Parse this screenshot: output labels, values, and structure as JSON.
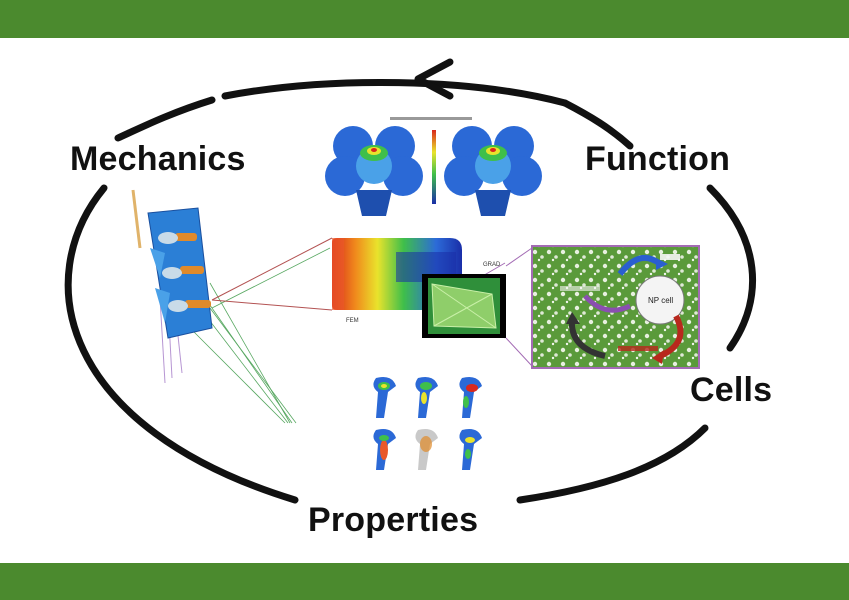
{
  "header_band_color": "#4b8a2e",
  "footer_band_color": "#4b8a2e",
  "cycle": {
    "stages": {
      "mechanics": "Mechanics",
      "function": "Function",
      "cells": "Cells",
      "properties": "Properties"
    },
    "direction": "counterclockwise"
  },
  "panels": {
    "fe_model": {
      "label_fem": "FEM",
      "label_gradient": "GRAD"
    },
    "cell_schematic": {
      "label_np_cell": "NP cell"
    }
  }
}
